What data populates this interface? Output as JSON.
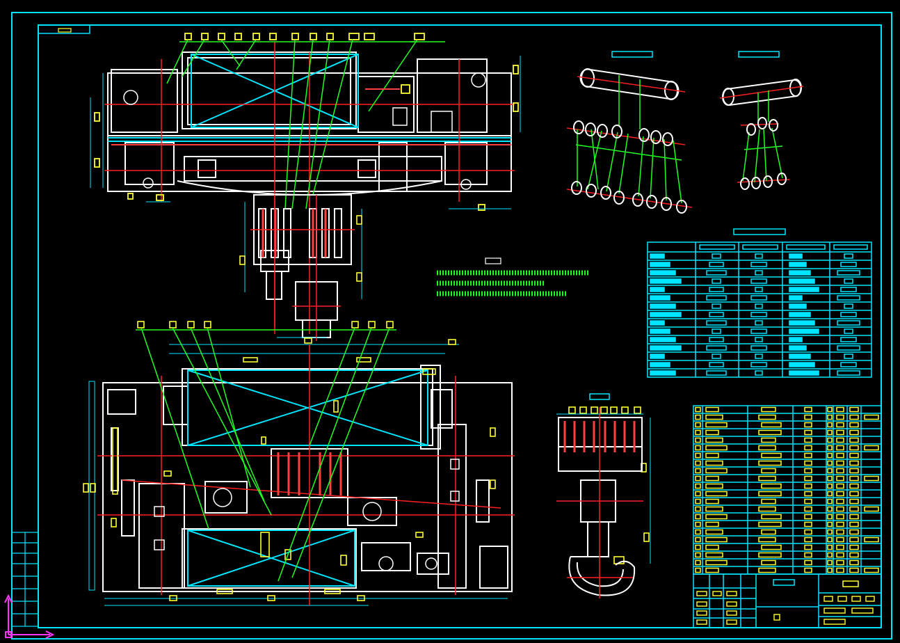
{
  "drawing": {
    "background": "#000000",
    "colors": {
      "frame": "#00e5ff",
      "outline": "#ffffff",
      "centerline": "#ff2020",
      "leader": "#22ff22",
      "balloon": "#ffff33",
      "magenta": "#ff33ff",
      "steel_red": "#ff4040"
    },
    "views": [
      "trolley-front-elevation",
      "trolley-plan-view",
      "rope-reeving-diagram-main",
      "rope-reeving-diagram-auxiliary",
      "hook-block-side-view",
      "technical-data-table",
      "parts-list-table",
      "title-block"
    ],
    "icons": [
      "ucs-axis-icon"
    ]
  }
}
